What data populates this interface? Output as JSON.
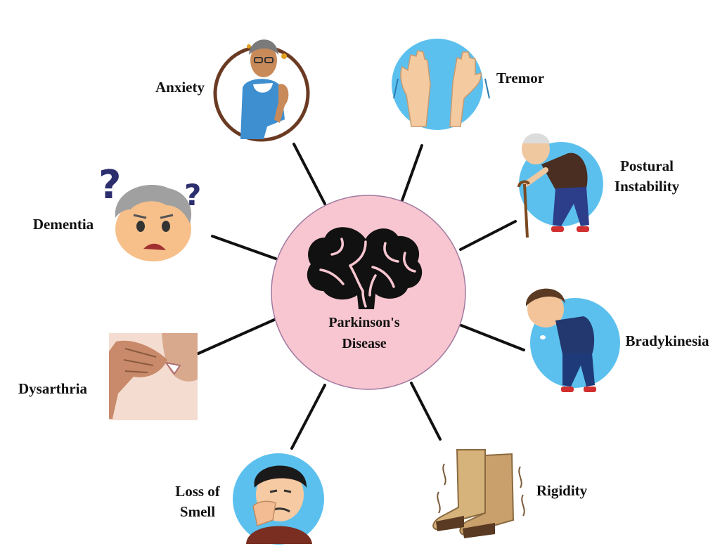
{
  "center": {
    "line1": "Parkinson's",
    "line2": "Disease"
  },
  "symptoms": {
    "anxiety": "Anxiety",
    "tremor": "Tremor",
    "postural_line1": "Postural",
    "postural_line2": "Instability",
    "dementia": "Dementia",
    "bradykinesia": "Bradykinesia",
    "dysarthria": "Dysarthria",
    "loss_line1": "Loss of",
    "loss_line2": "Smell",
    "rigidity": "Rigidity"
  },
  "icons": [
    "brain-icon",
    "anxiety-illustration",
    "tremor-hands-illustration",
    "postural-instability-illustration",
    "dementia-illustration",
    "bradykinesia-illustration",
    "dysarthria-illustration",
    "loss-of-smell-illustration",
    "rigidity-boots-illustration"
  ],
  "colors": {
    "center_fill": "#f8c6d0",
    "center_stroke": "#a07aa0",
    "circle_blue": "#5cc0ee",
    "connector": "#111111"
  }
}
